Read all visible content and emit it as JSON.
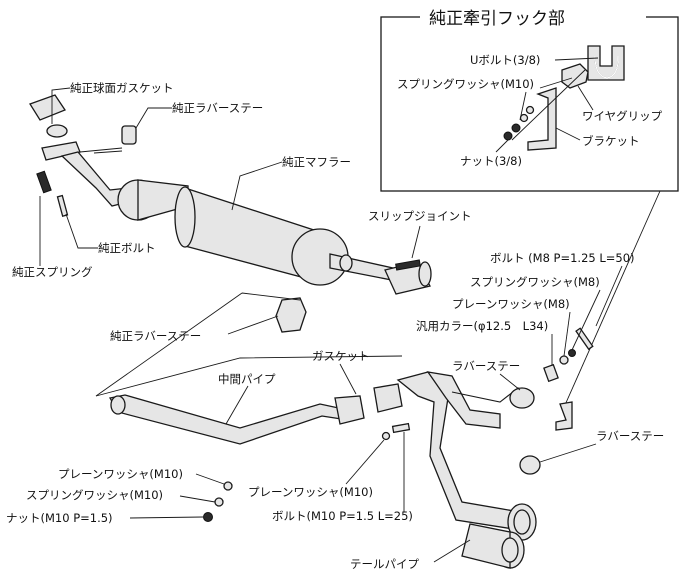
{
  "inset": {
    "title": "純正牽引フック部",
    "labels": {
      "u_bolt": "Uボルト(3/8)",
      "spring_washer_m10": "スプリングワッシャ(M10)",
      "wire_grip": "ワイヤグリップ",
      "bracket": "ブラケット",
      "nut_3_8": "ナット(3/8)"
    }
  },
  "labels": {
    "oem_ball_gasket": "純正球面ガスケット",
    "oem_rubber_stay_1": "純正ラバーステー",
    "oem_muffler": "純正マフラー",
    "oem_bolt": "純正ボルト",
    "oem_spring": "純正スプリング",
    "slip_joint": "スリップジョイント",
    "bolt_m8": "ボルト (M8 P=1.25 L=50)",
    "spring_washer_m8": "スプリングワッシャ(M8)",
    "plain_washer_m8": "プレーンワッシャ(M8)",
    "collar": "汎用カラー(φ12.5　L34)",
    "oem_rubber_stay_2": "純正ラバーステー",
    "gasket": "ガスケット",
    "rubber_stay_1": "ラバーステー",
    "center_pipe": "中間パイプ",
    "rubber_stay_2": "ラバーステー",
    "plain_washer_m10_left": "プレーンワッシャ(M10)",
    "spring_washer_m10_left": "スプリングワッシャ(M10)",
    "nut_m10": "ナット(M10 P=1.5)",
    "plain_washer_m10_center": "プレーンワッシャ(M10)",
    "bolt_m10": "ボルト(M10 P=1.5 L=25)",
    "tail_pipe": "テールパイプ"
  }
}
